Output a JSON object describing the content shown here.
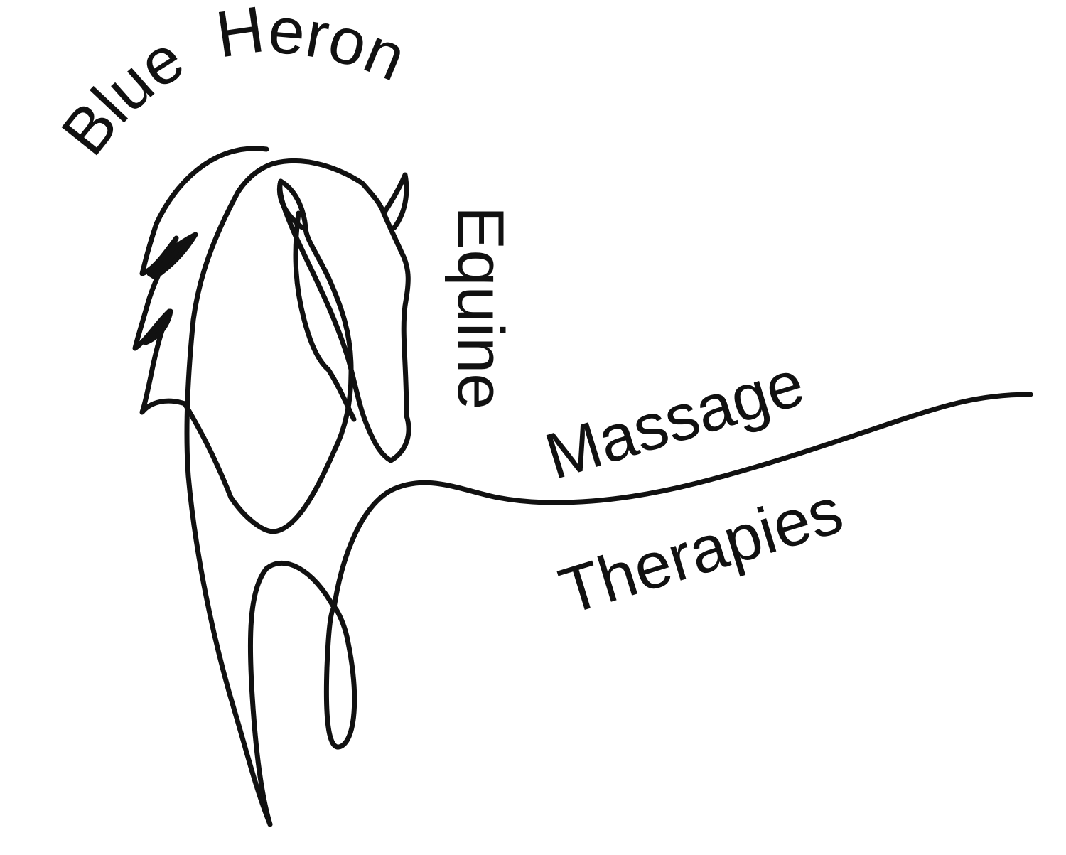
{
  "logo": {
    "line1_word1": "Blue",
    "line1_word2": "Heron",
    "line2": "Equine",
    "line3": "Massage",
    "line4": "Therapies",
    "ink_color": "#111111",
    "background_color": "#ffffff"
  }
}
